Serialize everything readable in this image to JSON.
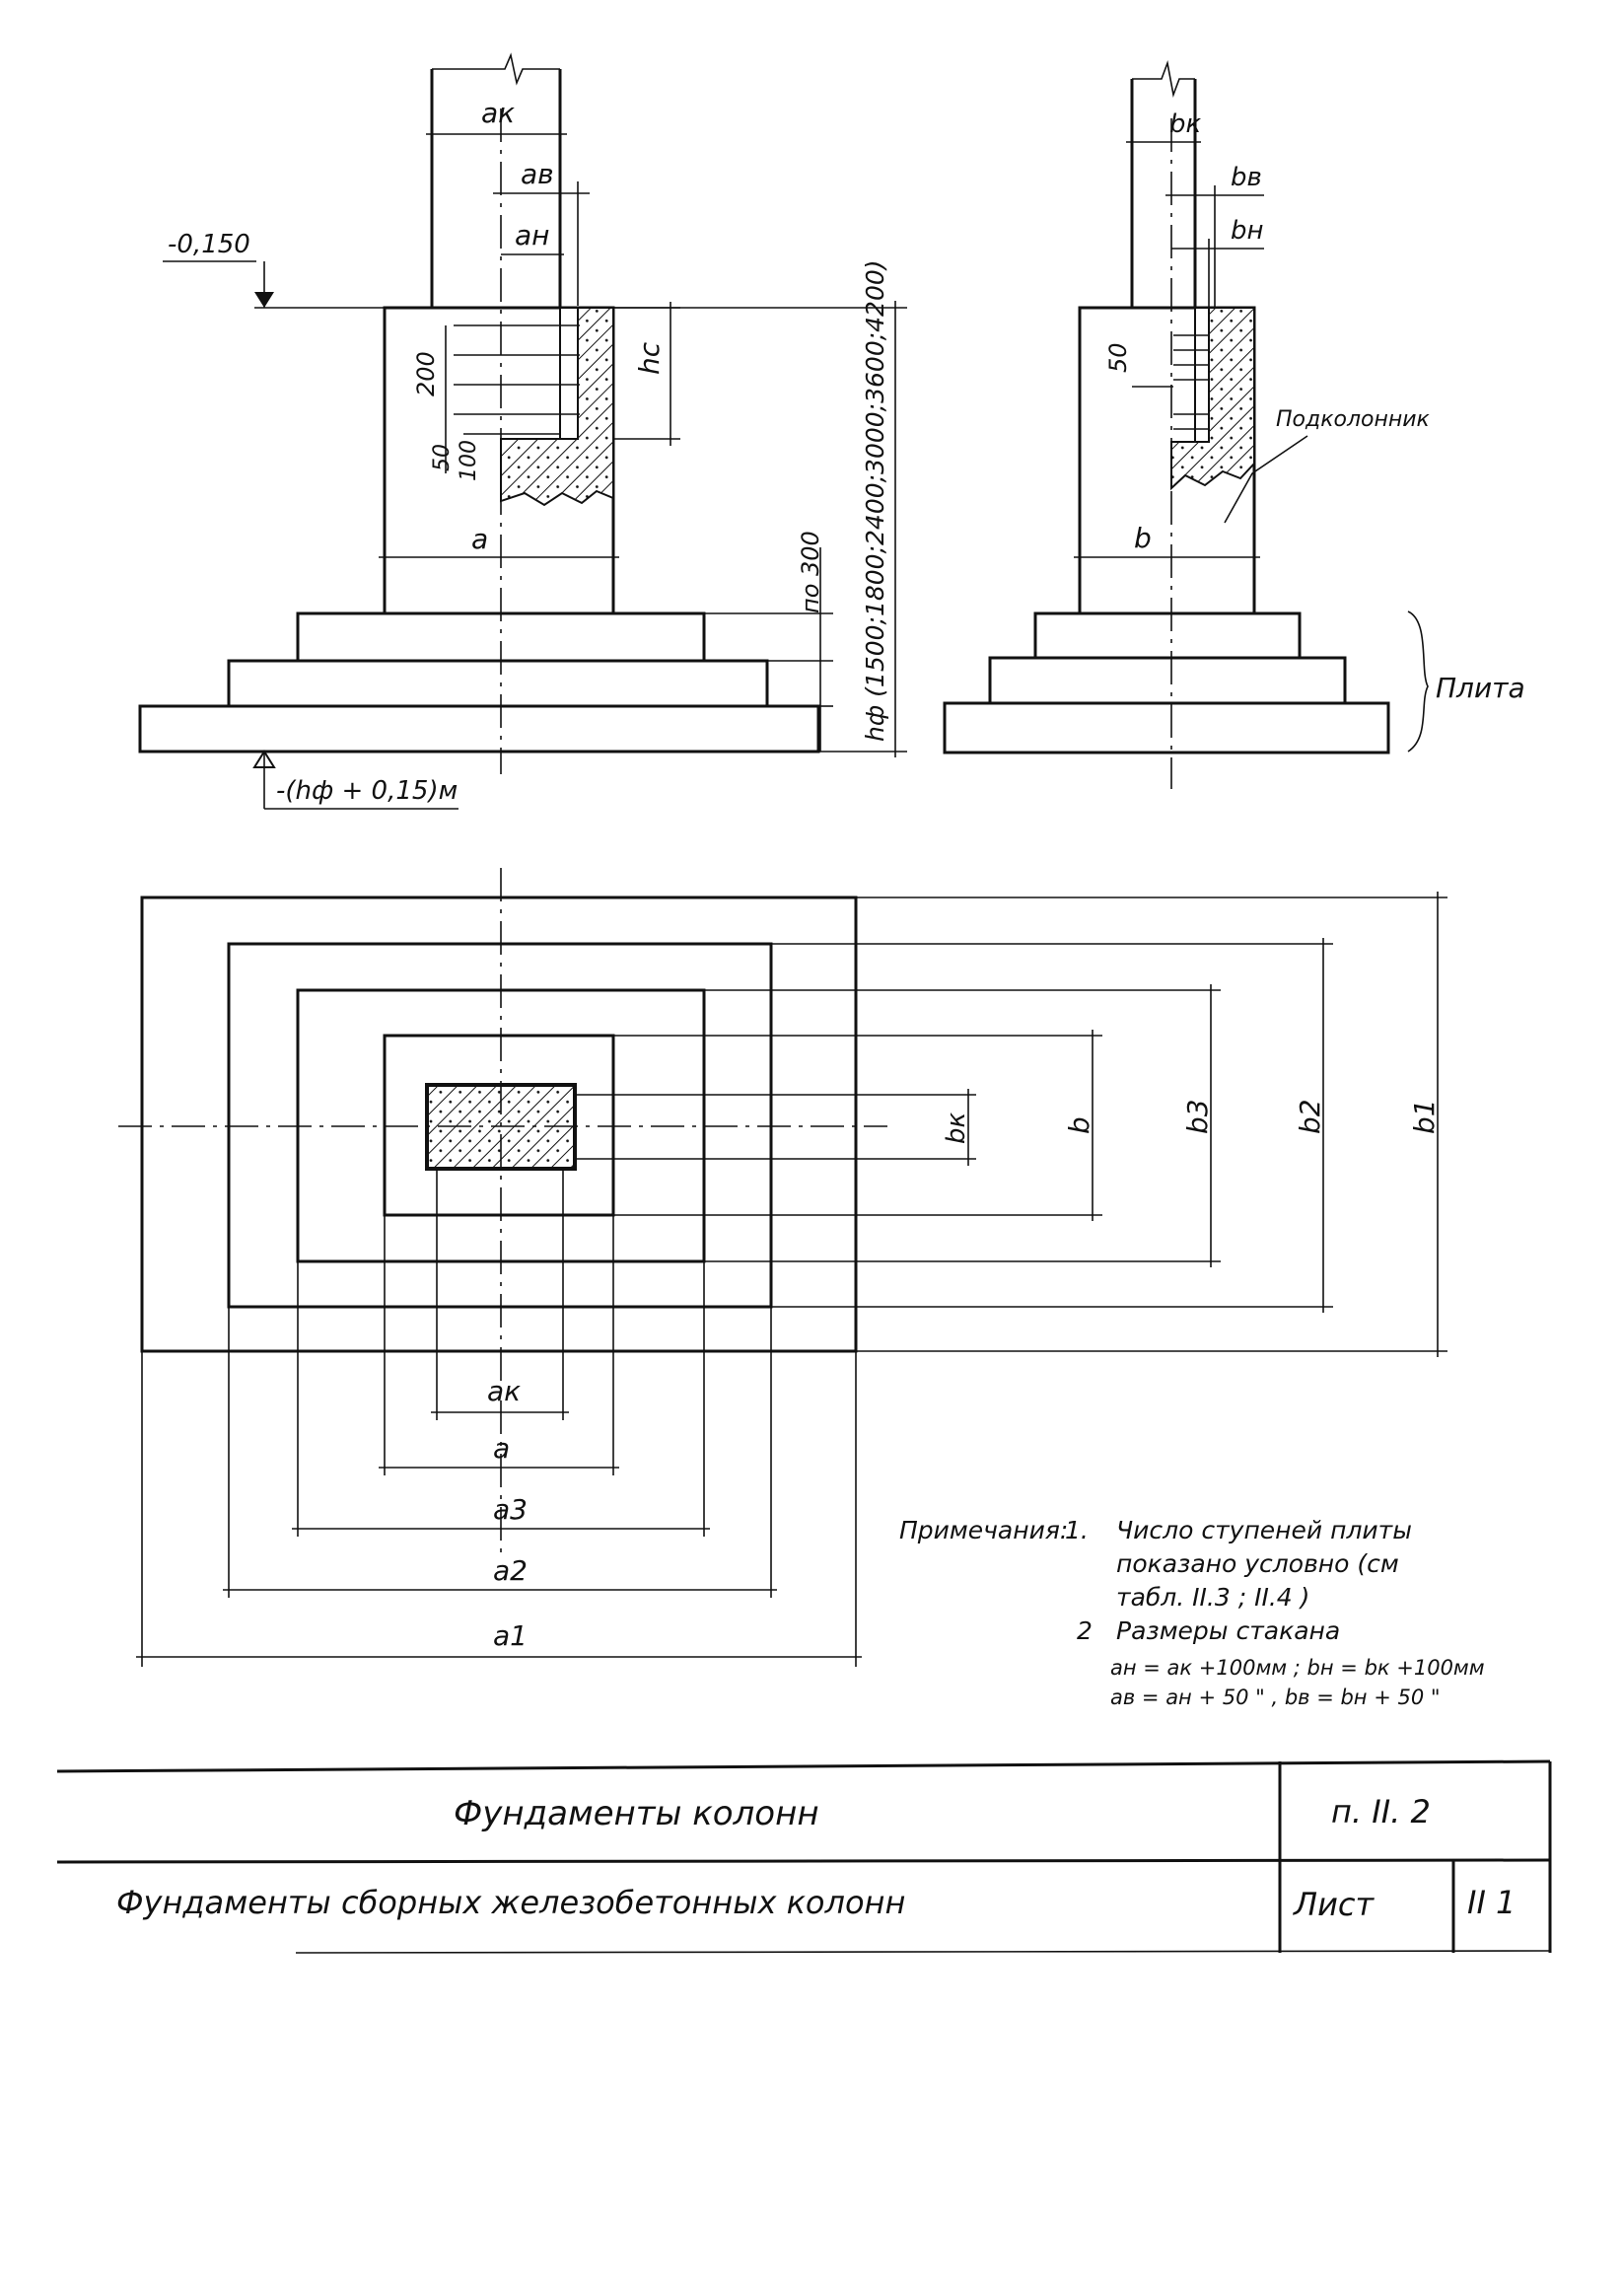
{
  "elevation": {
    "top_mark": "-0,150",
    "bottom_mark": "-(hф + 0,15)м"
  },
  "section_a": {
    "a_k": "aк",
    "a_v": "aв",
    "a_n": "aн",
    "h_c": "hс",
    "dim_200": "200",
    "dim_50": "50",
    "dim_100": "100",
    "a": "a",
    "po_300": "по 300",
    "h_f": "hф (1500;1800;2400;3000;3600;4200)"
  },
  "section_b": {
    "b_k": "bк",
    "b_v": "bв",
    "b_n": "bн",
    "dim_50": "50",
    "podkolonnik": "Подколонник",
    "b": "b",
    "plita": "Плита"
  },
  "plan": {
    "b_k": "bк",
    "b": "b",
    "b3": "b3",
    "b2": "b2",
    "b1": "b1",
    "a_k": "aк",
    "a": "a",
    "a3": "a3",
    "a2": "a2",
    "a1": "a1"
  },
  "notes": {
    "heading": "Примечания:",
    "n1_num": "1.",
    "n1_l1": "Число ступеней плиты",
    "n1_l2": "показано условно (см",
    "n1_l3": "табл. II.3 ; II.4 )",
    "n2_num": "2",
    "n2_l1": "Размеры стакана",
    "f1": "aн = aк +100мм  ;  bн = bк +100мм",
    "f2": "aв = aн + 50 \"  ,  bв = bн + 50 \""
  },
  "title_block": {
    "title": "Фундаменты    колонн",
    "subtitle": "Фундаменты   сборных   железобетонных   колонн",
    "ref": "п. II. 2",
    "sheet_label": "Лист",
    "sheet_num": "II 1"
  }
}
